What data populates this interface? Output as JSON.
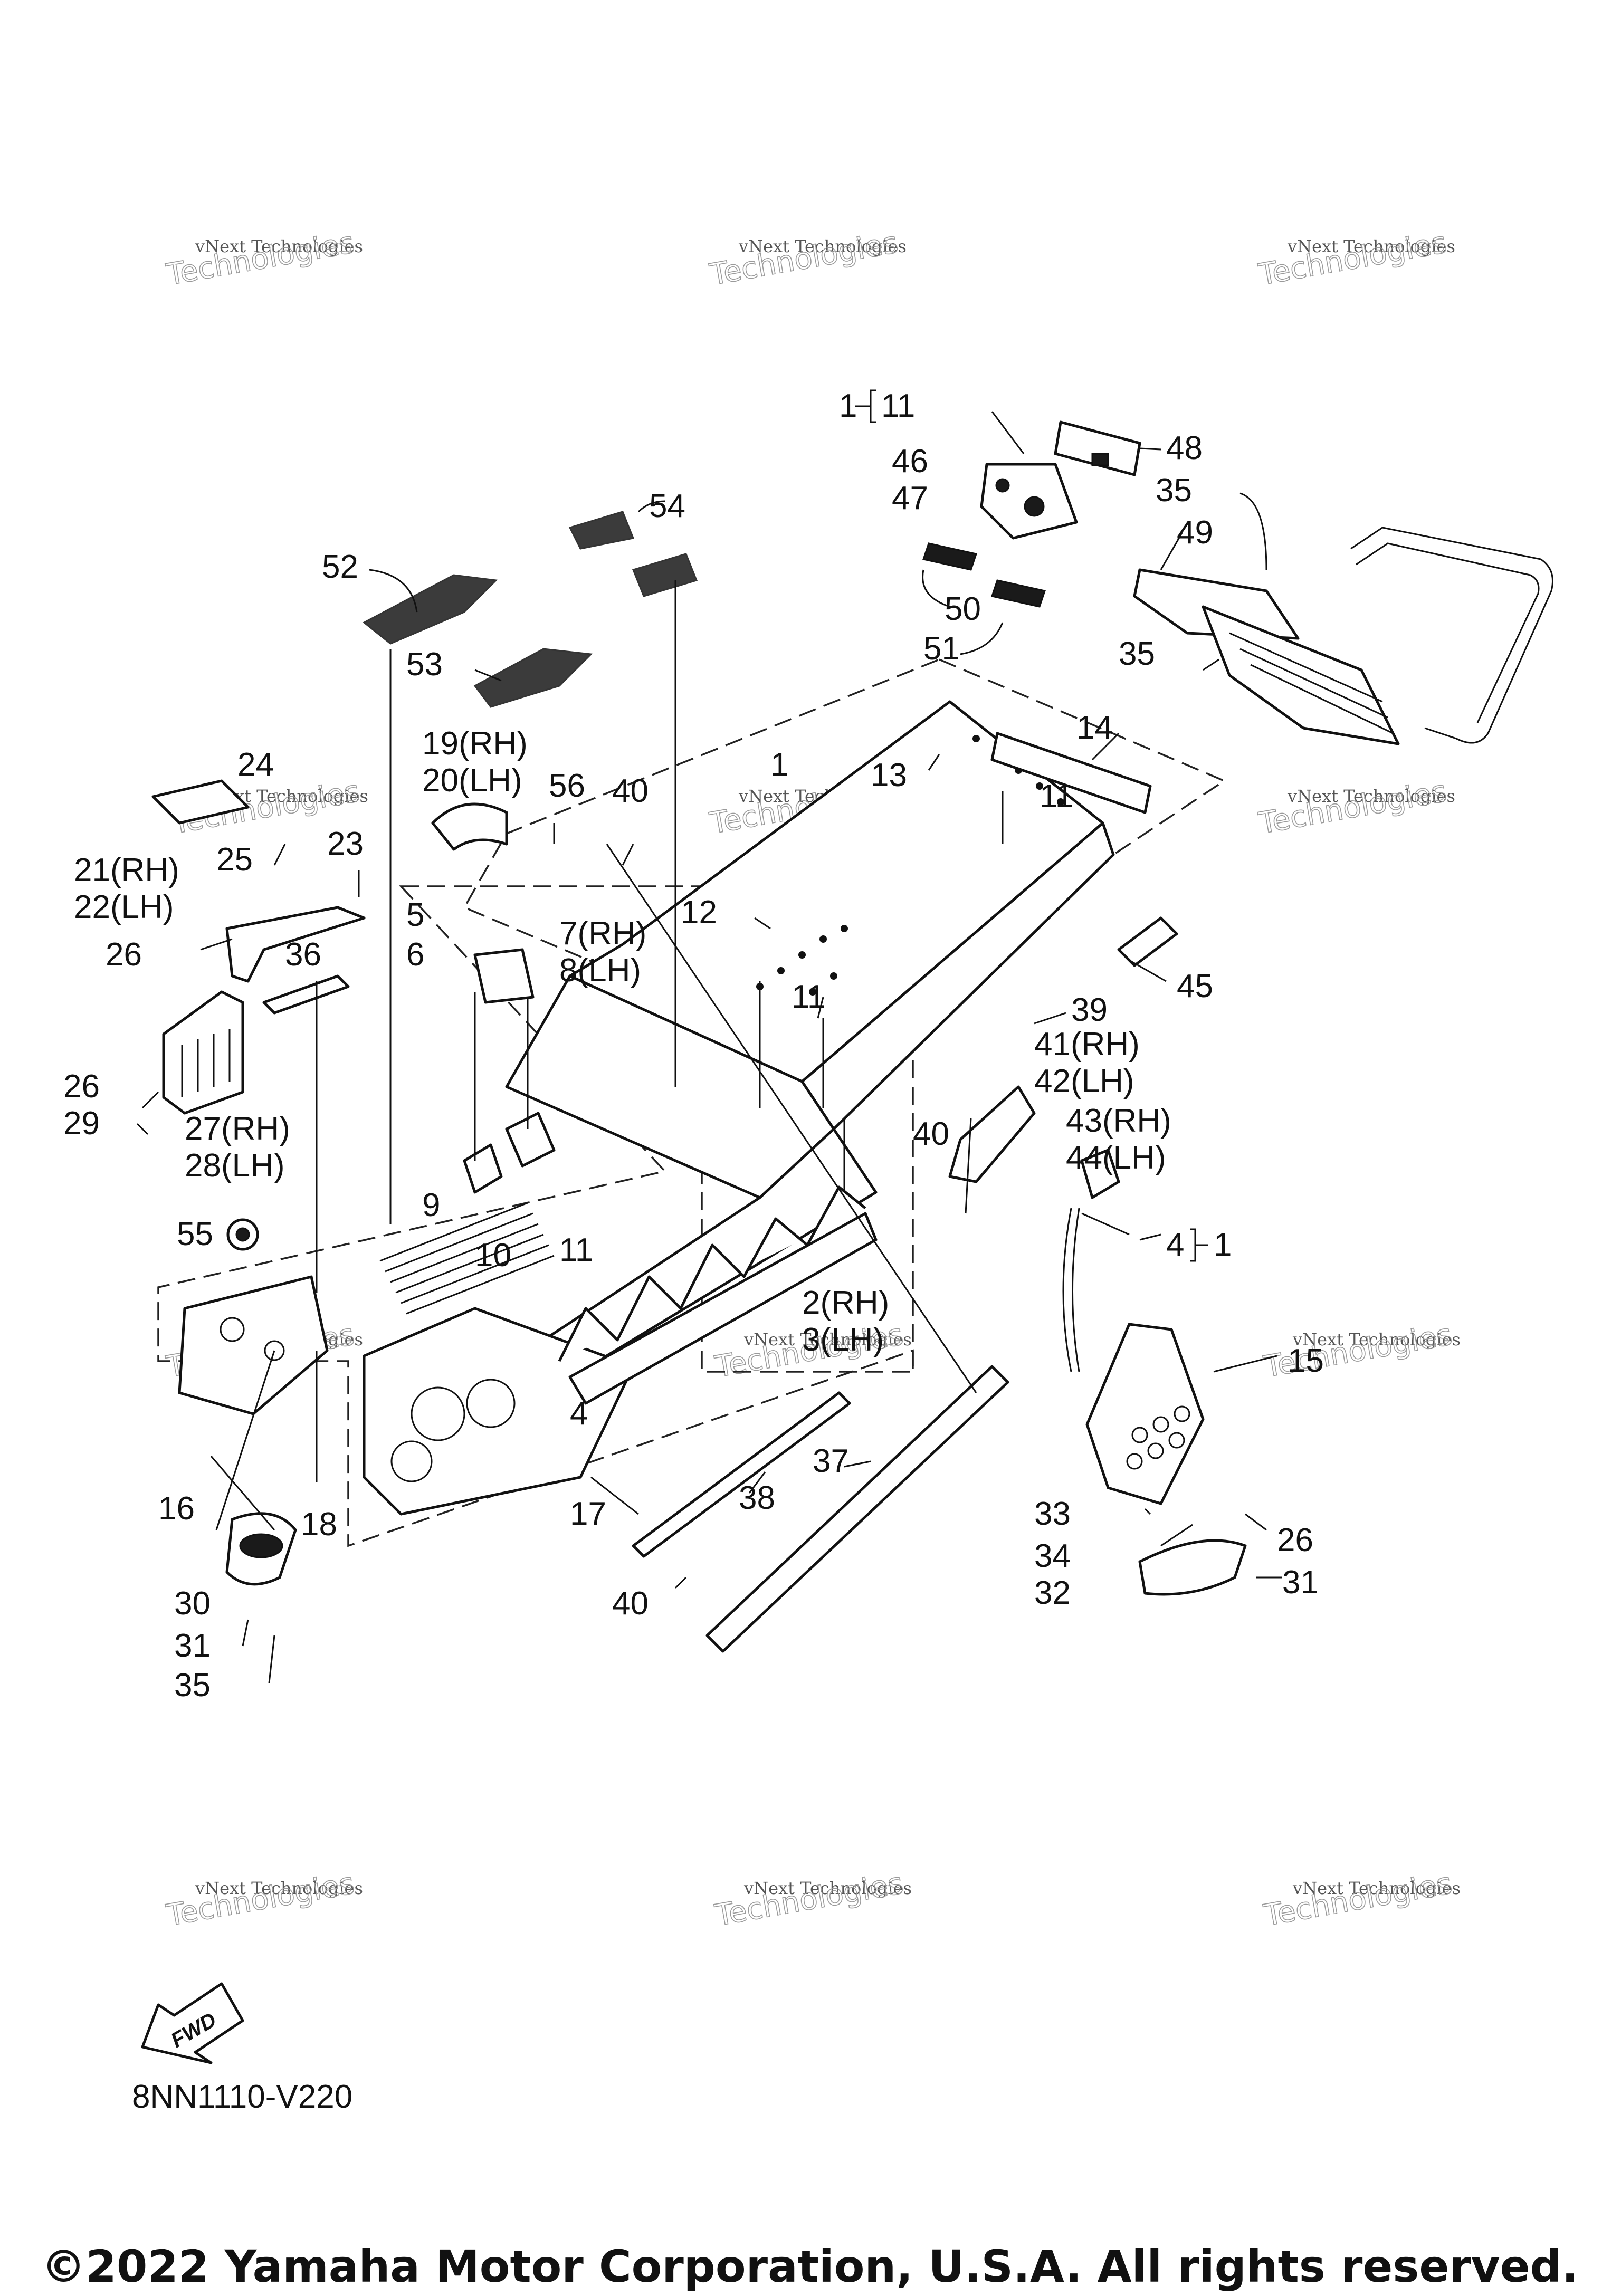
{
  "diagram_code": "8NN1110-V220",
  "copyright": "©2022 Yamaha Motor Corporation, U.S.A. All rights reserved.",
  "fwd_label": "FWD",
  "watermark_line1": "vNext Technologies",
  "watermark_line2": "Technologies",
  "callouts": [
    {
      "id": "c-1-11",
      "text": "1"
    },
    {
      "id": "c-11-top",
      "text": "11"
    },
    {
      "id": "c-46",
      "text": "46"
    },
    {
      "id": "c-47",
      "text": "47"
    },
    {
      "id": "c-48",
      "text": "48"
    },
    {
      "id": "c-35a",
      "text": "35"
    },
    {
      "id": "c-49",
      "text": "49"
    },
    {
      "id": "c-54",
      "text": "54"
    },
    {
      "id": "c-52",
      "text": "52"
    },
    {
      "id": "c-53",
      "text": "53"
    },
    {
      "id": "c-50",
      "text": "50"
    },
    {
      "id": "c-51",
      "text": "51"
    },
    {
      "id": "c-35b",
      "text": "35"
    },
    {
      "id": "c-14",
      "text": "14"
    },
    {
      "id": "c-24",
      "text": "24"
    },
    {
      "id": "c-19",
      "text": "19(RH)"
    },
    {
      "id": "c-20",
      "text": "20(LH)"
    },
    {
      "id": "c-56",
      "text": "56"
    },
    {
      "id": "c-40a",
      "text": "40"
    },
    {
      "id": "c-1b",
      "text": "1"
    },
    {
      "id": "c-13",
      "text": "13"
    },
    {
      "id": "c-11b",
      "text": "11"
    },
    {
      "id": "c-21",
      "text": "21(RH)"
    },
    {
      "id": "c-22",
      "text": "22(LH)"
    },
    {
      "id": "c-25",
      "text": "25"
    },
    {
      "id": "c-23",
      "text": "23"
    },
    {
      "id": "c-12",
      "text": "12"
    },
    {
      "id": "c-5",
      "text": "5"
    },
    {
      "id": "c-6",
      "text": "6"
    },
    {
      "id": "c-7",
      "text": "7(RH)"
    },
    {
      "id": "c-8",
      "text": "8(LH)"
    },
    {
      "id": "c-26a",
      "text": "26"
    },
    {
      "id": "c-36",
      "text": "36"
    },
    {
      "id": "c-45",
      "text": "45"
    },
    {
      "id": "c-11c",
      "text": "11"
    },
    {
      "id": "c-39",
      "text": "39"
    },
    {
      "id": "c-41",
      "text": "41(RH)"
    },
    {
      "id": "c-42",
      "text": "42(LH)"
    },
    {
      "id": "c-26b",
      "text": "26"
    },
    {
      "id": "c-29",
      "text": "29"
    },
    {
      "id": "c-27",
      "text": "27(RH)"
    },
    {
      "id": "c-28",
      "text": "28(LH)"
    },
    {
      "id": "c-40b",
      "text": "40"
    },
    {
      "id": "c-43",
      "text": "43(RH)"
    },
    {
      "id": "c-44",
      "text": "44(LH)"
    },
    {
      "id": "c-9",
      "text": "9"
    },
    {
      "id": "c-55",
      "text": "55"
    },
    {
      "id": "c-4a",
      "text": "4"
    },
    {
      "id": "c-1c",
      "text": "1"
    },
    {
      "id": "c-10",
      "text": "10"
    },
    {
      "id": "c-11d",
      "text": "11"
    },
    {
      "id": "c-2",
      "text": "2(RH)"
    },
    {
      "id": "c-3",
      "text": "3(LH)"
    },
    {
      "id": "c-15",
      "text": "15"
    },
    {
      "id": "c-4b",
      "text": "4"
    },
    {
      "id": "c-37",
      "text": "37"
    },
    {
      "id": "c-16",
      "text": "16"
    },
    {
      "id": "c-18",
      "text": "18"
    },
    {
      "id": "c-17",
      "text": "17"
    },
    {
      "id": "c-38",
      "text": "38"
    },
    {
      "id": "c-33",
      "text": "33"
    },
    {
      "id": "c-34",
      "text": "34"
    },
    {
      "id": "c-26c",
      "text": "26"
    },
    {
      "id": "c-32",
      "text": "32"
    },
    {
      "id": "c-31a",
      "text": "31"
    },
    {
      "id": "c-30",
      "text": "30"
    },
    {
      "id": "c-31b",
      "text": "31"
    },
    {
      "id": "c-40c",
      "text": "40"
    },
    {
      "id": "c-35c",
      "text": "35"
    }
  ]
}
